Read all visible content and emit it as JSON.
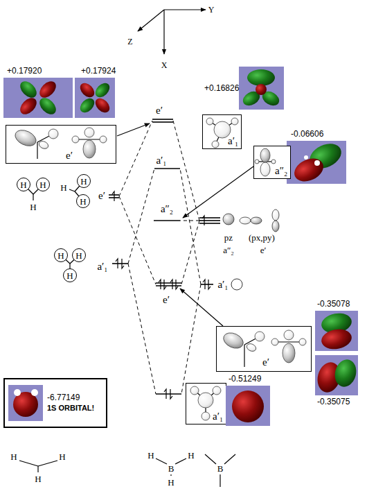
{
  "diagram": {
    "nodes": [
      {
        "text": [
          "+0.17920"
        ]
      },
      {
        "text": [
          "+0.17924"
        ]
      },
      {
        "text": [
          "+0.16826"
        ]
      },
      {
        "text": [
          "e′"
        ]
      },
      {
        "text": [
          "a′₁"
        ]
      },
      {
        "text": [
          "-0.06606"
        ]
      },
      {
        "text": [
          "a″₂"
        ]
      },
      {
        "text": [
          "H"
        ]
      },
      {
        "text": [
          "H"
        ]
      },
      {
        "text": [
          "H"
        ]
      },
      {
        "text": [
          "H"
        ]
      },
      {
        "text": [
          "H"
        ]
      },
      {
        "text": [
          "H"
        ]
      },
      {
        "text": [
          "H"
        ]
      },
      {
        "text": [
          "-0.35078"
        ]
      },
      {
        "text": [
          "e′"
        ]
      },
      {
        "text": [
          "-0.35075"
        ]
      },
      {
        "text": [
          "-6.77149",
          "1S ORBITAL!"
        ]
      },
      {
        "text": [
          "a′₁"
        ]
      },
      {
        "text": [
          "-0.51249"
        ]
      }
    ],
    "labels": [
      "Y",
      "Z",
      "X",
      "e′",
      "a′₁",
      "H",
      "e′",
      "a″₂",
      "H",
      "pz",
      "(px,py)",
      "a″₂",
      "e′",
      "a′₁",
      "a′₁",
      "e′",
      "H",
      "H",
      "H",
      "H",
      "B",
      "B",
      "H",
      "H"
    ]
  }
}
